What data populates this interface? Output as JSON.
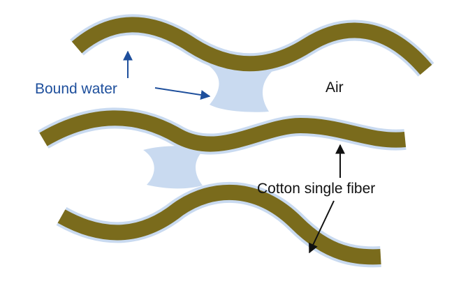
{
  "labels": {
    "bound_water": "Bound water",
    "air": "Air",
    "cotton_fiber": "Cotton single fiber"
  },
  "colors": {
    "fiber": "#7a6b1c",
    "bound_water": "#c9daf0",
    "label_blue": "#1e4f9c",
    "label_dark": "#111111"
  }
}
